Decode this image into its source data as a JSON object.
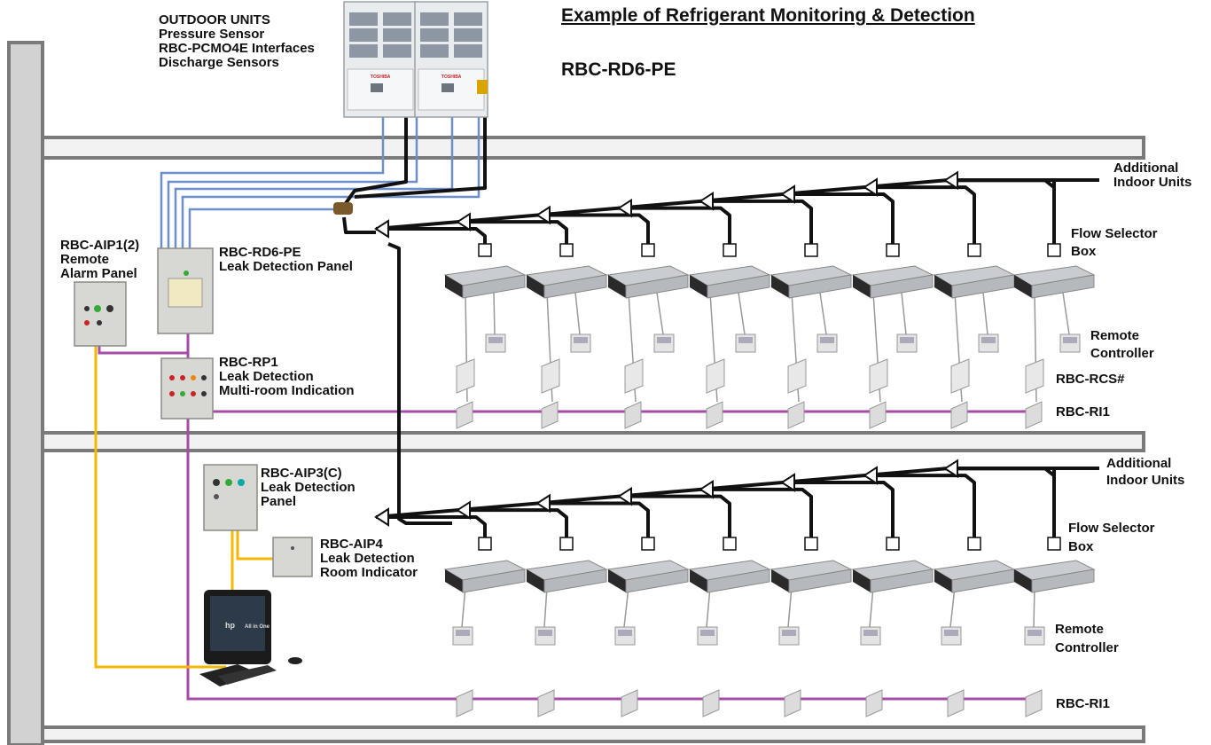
{
  "title": "Example of Refrigerant Monitoring & Detection",
  "subtitle": "RBC-RD6-PE",
  "labels": {
    "outdoor": [
      "OUTDOOR UNITS",
      "Pressure Sensor",
      "RBC-PCMO4E Interfaces",
      "Discharge Sensors"
    ],
    "alarm_panel": [
      "RBC-AIP1(2)",
      "Remote",
      "Alarm Panel"
    ],
    "leak_panel": [
      "RBC-RD6-PE",
      "Leak Detection Panel"
    ],
    "rp1": [
      "RBC-RP1",
      "Leak Detection",
      "Multi-room Indication"
    ],
    "aip3": [
      "RBC-AIP3(C)",
      "Leak Detection",
      "Panel"
    ],
    "aip4": [
      "RBC-AIP4",
      "Leak Detection",
      "Room Indicator"
    ],
    "additional_upper": [
      "Additional",
      "Indoor Units"
    ],
    "flow_selector_upper": [
      "Flow Selector",
      "Box"
    ],
    "remote_upper": [
      "Remote",
      "Controller"
    ],
    "rcs_upper": "RBC-RCS#",
    "ri1_upper": "RBC-RI1",
    "additional_lower": [
      "Additional",
      "Indoor Units"
    ],
    "flow_selector_lower": [
      "Flow Selector",
      "Box"
    ],
    "remote_lower": [
      "Remote",
      "Controller"
    ],
    "ri1_lower": "RBC-RI1"
  },
  "brand_text": "TOSHIBA",
  "monitor_brand": "hp",
  "monitor_text": "All in One",
  "colors": {
    "wall": "#d2d2d2",
    "wall_edge": "#7a7a7a",
    "pipe": "#111111",
    "sensor_line": "#6d8fc8",
    "alarm_line": "#a64ca6",
    "yellow_line": "#f5b800"
  },
  "icons": [
    "outdoor-unit-icon",
    "indoor-unit-icon",
    "flow-selector-icon",
    "remote-controller-icon",
    "room-sensor-icon",
    "room-indicator-icon",
    "control-panel-icon",
    "computer-icon"
  ]
}
